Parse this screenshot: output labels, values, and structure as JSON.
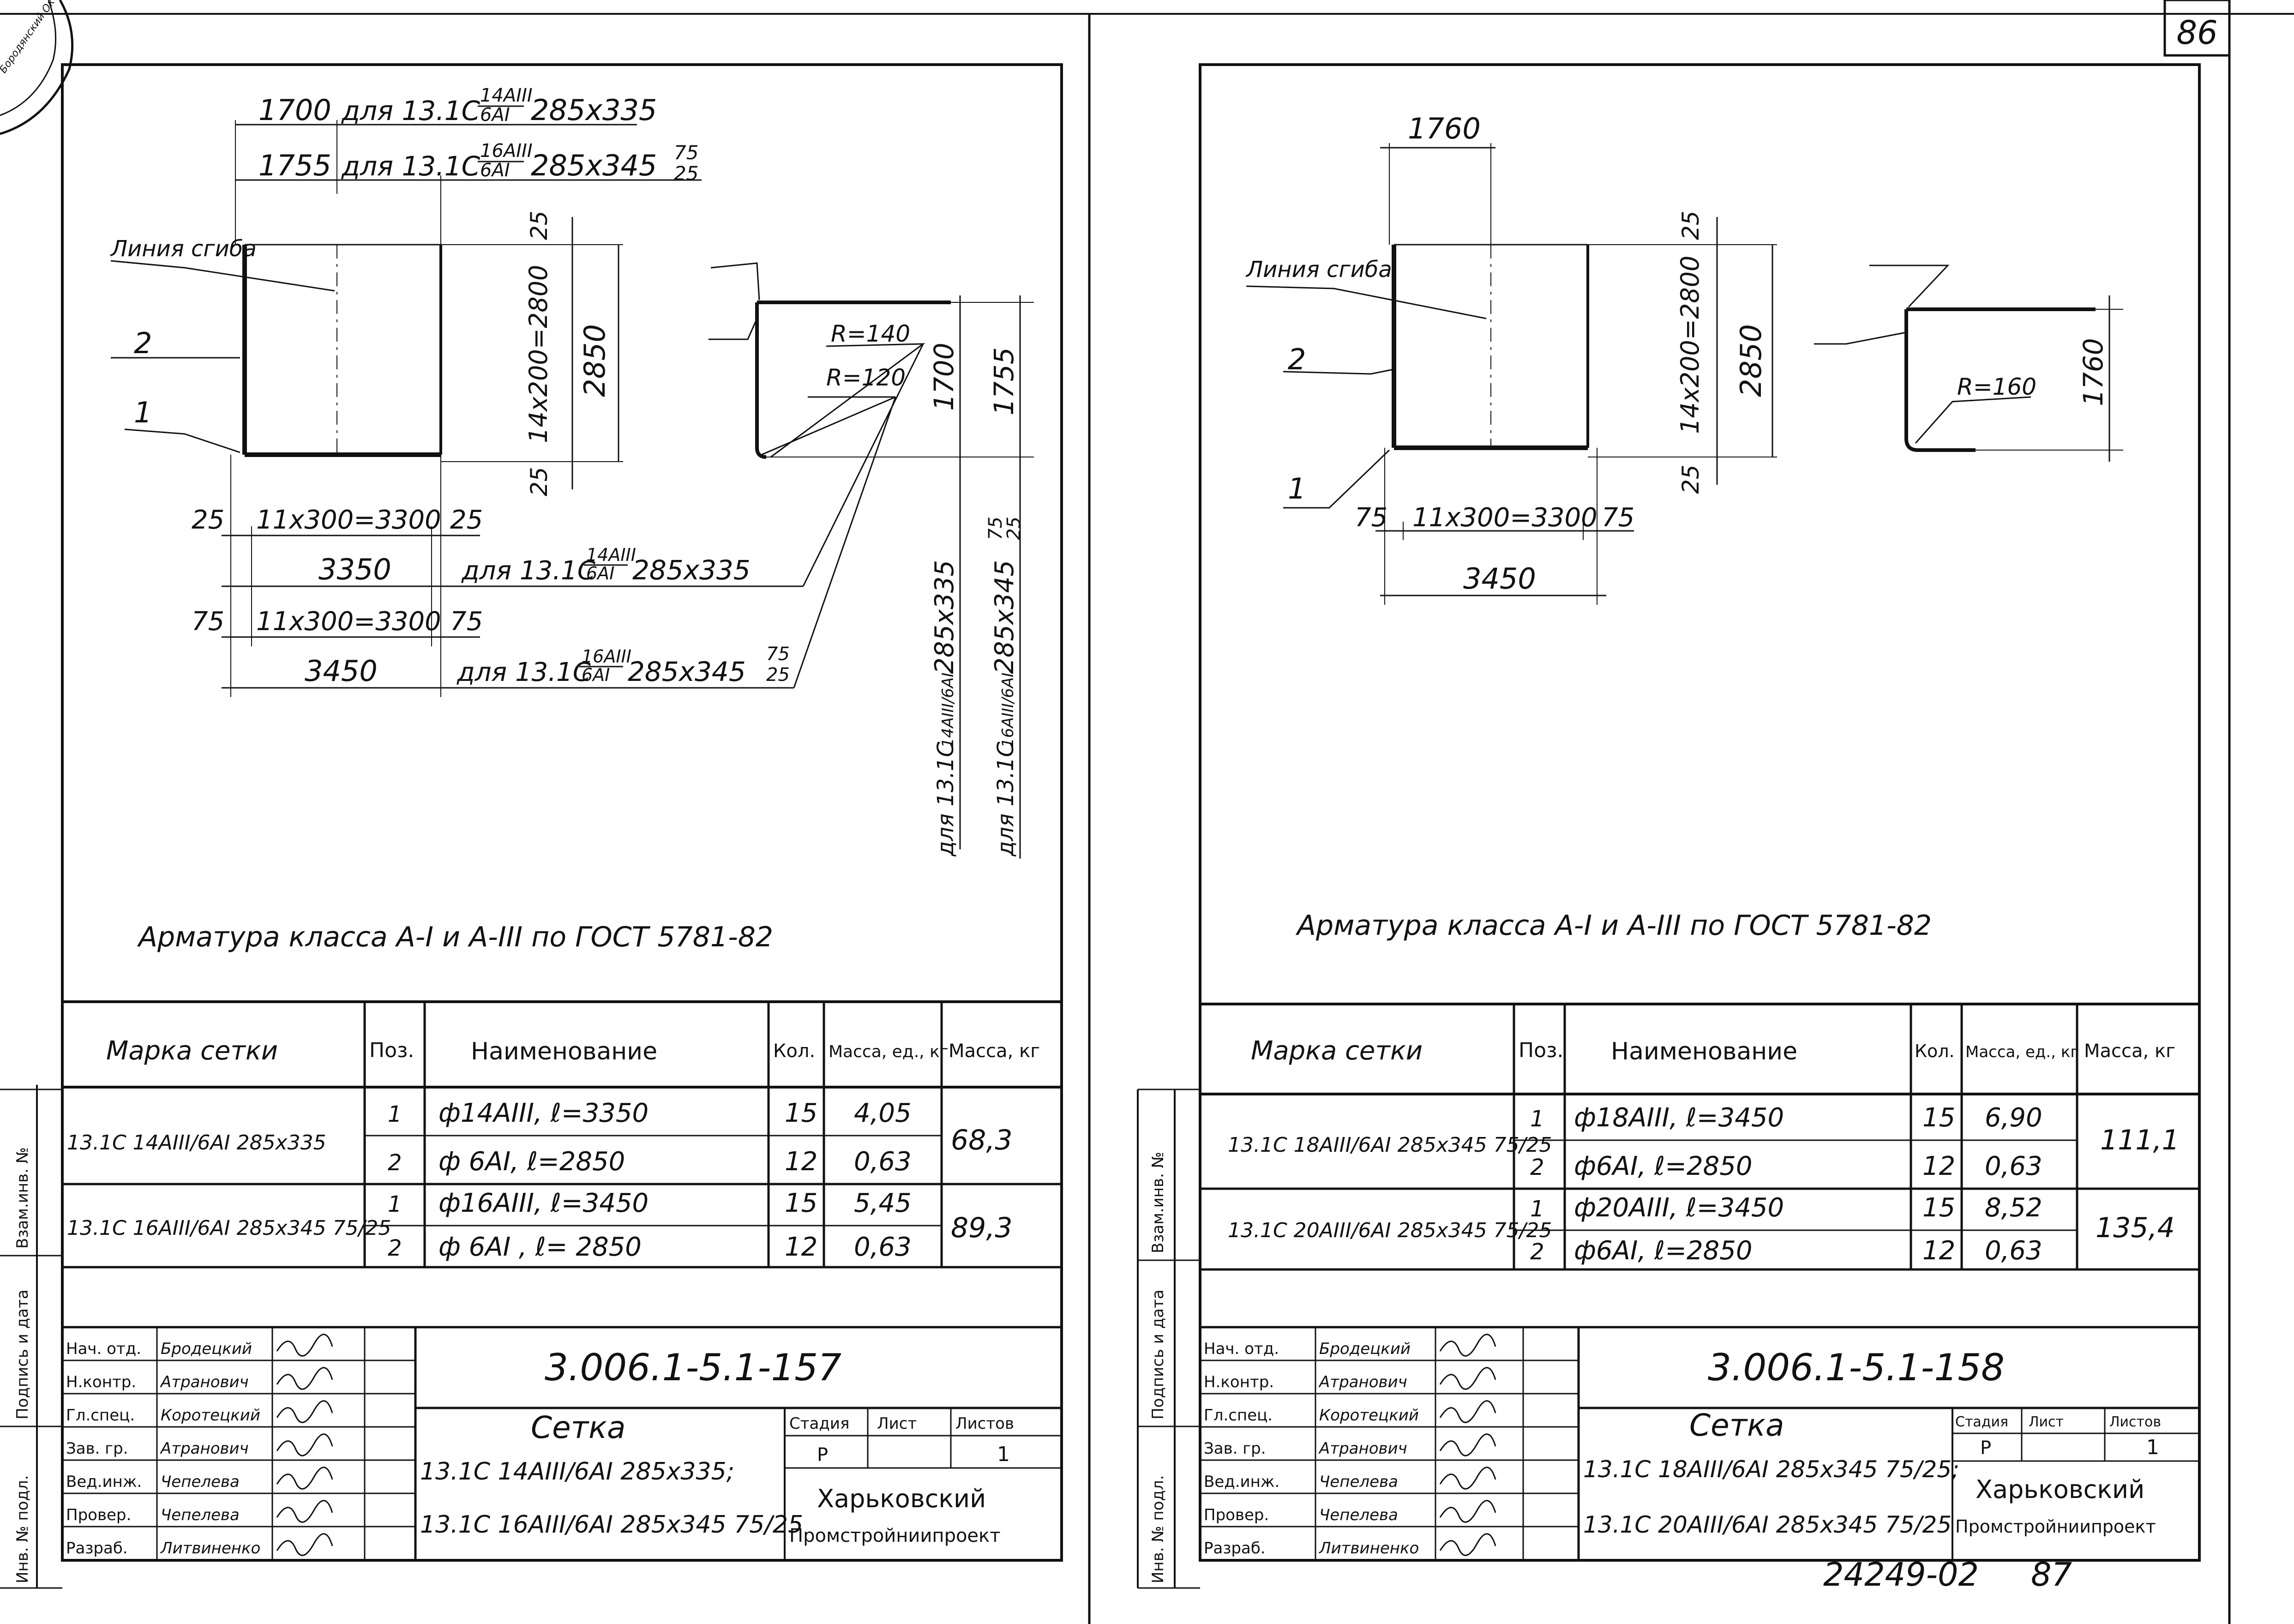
{
  "page_number": "86",
  "footer_code": "24249-02",
  "footer_page": "87",
  "side_labels": {
    "inv_podl": "Инв. № подл.",
    "podpis_data": "Подпись и дата",
    "vzam_inv": "Взам.инв. №"
  },
  "stamp_text": "Бородянский Октябрьский",
  "left": {
    "dims": {
      "top1": "1700",
      "top1_note": "для 13.1С",
      "top1_frac_num": "14АIII",
      "top1_frac_den": "6АI",
      "top1_size": "285х335",
      "top2": "1755",
      "top2_note": "для 13.1С",
      "top2_frac_num": "16АIII",
      "top2_frac_den": "6АI",
      "top2_size": "285х345",
      "top2_sup": "75",
      "top2_sub": "25",
      "bend_line": "Линия сгиба",
      "pos1": "1",
      "pos2": "2",
      "v25": "25",
      "vspan": "14х200=2800",
      "v2850": "2850",
      "b25a": "25",
      "bspan1": "11х300=3300",
      "b25b": "25",
      "b3350": "3350",
      "b3350_note": "для 13.1С",
      "b3350_frac_num": "14АIII",
      "b3350_frac_den": "6АI",
      "b3350_size": "285х335",
      "b75a": "75",
      "bspan2": "11х300=3300",
      "b75b": "75",
      "b3450": "3450",
      "b3450_note": "для 13.1С",
      "b3450_frac_num": "16АIII",
      "b3450_frac_den": "6АI",
      "b3450_size": "285х345",
      "b3450_sup": "75",
      "b3450_sub": "25",
      "r140": "R=140",
      "r120": "R=120",
      "d1700": "1700",
      "d1755": "1755",
      "rot1": "для 13.1С",
      "rot1_frac": "14АIII/6АI",
      "rot1_size": "285х335",
      "rot2": "для 13.1С",
      "rot2_frac": "16АIII/6АI",
      "rot2_size": "285х345",
      "rot2_sup": "75",
      "rot2_sub": "25"
    },
    "note": "Арматура класса А-I и А-III по ГОСТ 5781-82",
    "table": {
      "headers": [
        "Марка сетки",
        "Поз.",
        "Наименование",
        "Кол.",
        "Масса, ед., кг",
        "Масса, кг"
      ],
      "rows": [
        {
          "mark": "13.1С 14АIII/6АI 285х335",
          "items": [
            {
              "pos": "1",
              "name": "ф14АIII,  ℓ=3350",
              "qty": "15",
              "mass": "4,05"
            },
            {
              "pos": "2",
              "name": "ф 6АI,  ℓ=2850",
              "qty": "12",
              "mass": "0,63"
            }
          ],
          "total": "68,3"
        },
        {
          "mark": "13.1С 16АIII/6АI 285х345 75/25",
          "items": [
            {
              "pos": "1",
              "name": "ф16АIII,  ℓ=3450",
              "qty": "15",
              "mass": "5,45"
            },
            {
              "pos": "2",
              "name": "ф 6АI ,  ℓ= 2850",
              "qty": "12",
              "mass": "0,63"
            }
          ],
          "total": "89,3"
        }
      ]
    },
    "title_block": {
      "code": "3.006.1-5.1-157",
      "roles": [
        "Нач. отд.",
        "Н.контр.",
        "Гл.спец.",
        "Зав. гр.",
        "Вед.инж.",
        "Провер.",
        "Разраб."
      ],
      "names": [
        "Бродецкий",
        "Атранович",
        "Коротецкий",
        "Атранович",
        "Чепелева",
        "Чепелева",
        "Литвиненко"
      ],
      "title": "Сетка",
      "title_line1": "13.1С 14АIII/6АI 285х335;",
      "title_line2": "13.1С 16АIII/6АI 285х345 75/25",
      "stage_h": "Стадия",
      "sheet_h": "Лист",
      "sheets_h": "Листов",
      "stage": "Р",
      "sheets": "1",
      "org1": "Харьковский",
      "org2": "Промстройниипроект"
    }
  },
  "right": {
    "dims": {
      "top": "1760",
      "bend_line": "Линия сгиба",
      "pos1": "1",
      "pos2": "2",
      "v25": "25",
      "vspan": "14х200=2800",
      "v2850": "2850",
      "b75a": "75",
      "bspan": "11х300=3300",
      "b75b": "75",
      "b3450": "3450",
      "r160": "R=160",
      "d1760": "1760"
    },
    "note": "Арматура класса А-I и А-III по ГОСТ 5781-82",
    "table": {
      "headers": [
        "Марка сетки",
        "Поз.",
        "Наименование",
        "Кол.",
        "Масса, ед., кг",
        "Масса, кг"
      ],
      "rows": [
        {
          "mark": "13.1С 18АIII/6АI 285х345 75/25",
          "items": [
            {
              "pos": "1",
              "name": "ф18АIII,  ℓ=3450",
              "qty": "15",
              "mass": "6,90"
            },
            {
              "pos": "2",
              "name": "ф6АI,  ℓ=2850",
              "qty": "12",
              "mass": "0,63"
            }
          ],
          "total": "111,1"
        },
        {
          "mark": "13.1С 20АIII/6АI 285х345 75/25",
          "items": [
            {
              "pos": "1",
              "name": "ф20АIII,  ℓ=3450",
              "qty": "15",
              "mass": "8,52"
            },
            {
              "pos": "2",
              "name": "ф6АI,  ℓ=2850",
              "qty": "12",
              "mass": "0,63"
            }
          ],
          "total": "135,4"
        }
      ]
    },
    "title_block": {
      "code": "3.006.1-5.1-158",
      "roles": [
        "Нач. отд.",
        "Н.контр.",
        "Гл.спец.",
        "Зав. гр.",
        "Вед.инж.",
        "Провер.",
        "Разраб."
      ],
      "names": [
        "Бродецкий",
        "Атранович",
        "Коротецкий",
        "Атранович",
        "Чепелева",
        "Чепелева",
        "Литвиненко"
      ],
      "title": "Сетка",
      "title_line1": "13.1С 18АIII/6АI 285х345 75/25;",
      "title_line2": "13.1С 20АIII/6АI 285х345 75/25",
      "stage_h": "Стадия",
      "sheet_h": "Лист",
      "sheets_h": "Листов",
      "stage": "Р",
      "sheets": "1",
      "org1": "Харьковский",
      "org2": "Промстройниипроект"
    }
  }
}
